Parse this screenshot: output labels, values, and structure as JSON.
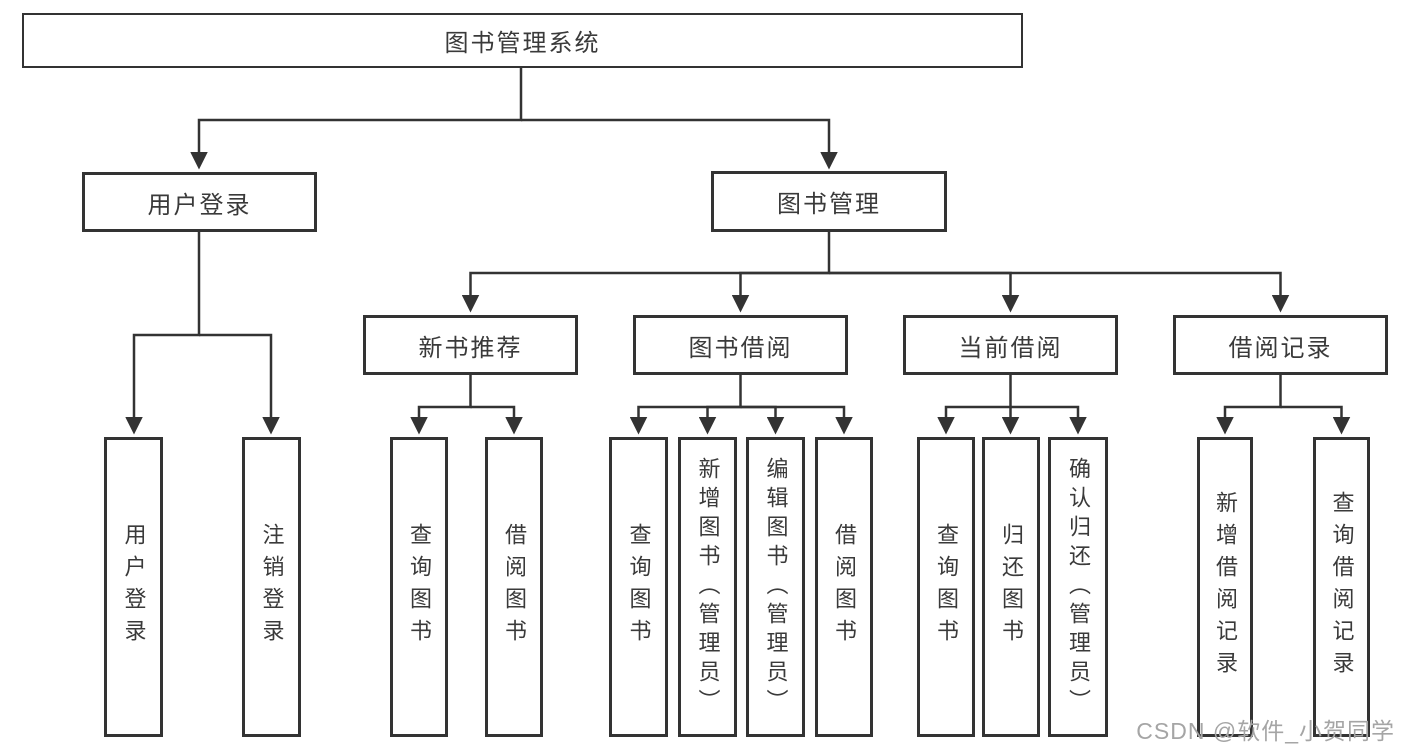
{
  "diagram": {
    "root": {
      "label": "图书管理系统"
    },
    "level2": [
      {
        "label": "用户登录"
      },
      {
        "label": "图书管理"
      }
    ],
    "level3": [
      {
        "label": "新书推荐"
      },
      {
        "label": "图书借阅"
      },
      {
        "label": "当前借阅"
      },
      {
        "label": "借阅记录"
      }
    ],
    "leaves": {
      "user_login": [
        "用户登录",
        "注销登录"
      ],
      "new_books": [
        "查询图书",
        "借阅图书"
      ],
      "book_borrow": [
        "查询图书",
        "新增图书（管理员）",
        "编辑图书（管理员）",
        "借阅图书"
      ],
      "current_borrow": [
        "查询图书",
        "归还图书",
        "确认归还（管理员）"
      ],
      "borrow_records": [
        "新增借阅记录",
        "查询借阅记录"
      ]
    }
  },
  "watermark": "CSDN @软件_小贺同学",
  "colors": {
    "line": "#333333",
    "text": "#3a3a3a",
    "watermark": "#a5a5a5",
    "background": "#ffffff"
  }
}
